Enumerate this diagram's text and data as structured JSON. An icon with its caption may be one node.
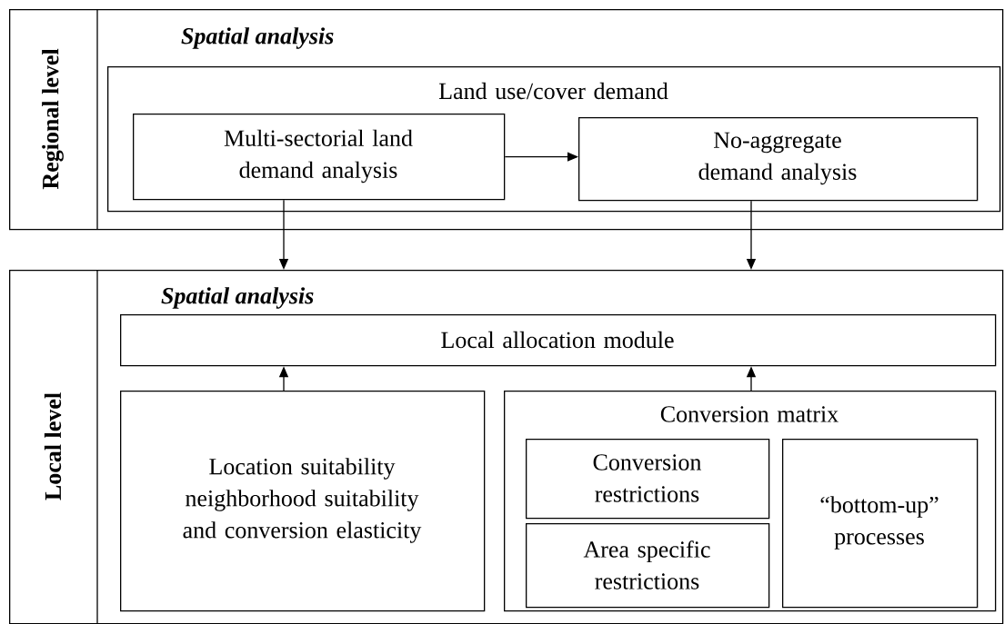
{
  "diagram": {
    "nodes": [
      {
        "text": [
          "Regional level",
          "Spatial analysis"
        ]
      },
      {
        "text": [
          "Land use/cover demand"
        ],
        "in": 0
      },
      {
        "text": [
          "Multi-sectorial land demand analysis"
        ],
        "in": 1
      },
      {
        "text": [
          "No-aggregate demand analysis"
        ],
        "in": 1
      },
      {
        "text": [
          "Local level",
          "Spatial analysis"
        ]
      },
      {
        "text": [
          "Local allocation module"
        ],
        "in": 4
      },
      {
        "text": [
          "Location suitability neighborhood suitability and conversion elasticity"
        ],
        "in": 4
      },
      {
        "text": [
          "Conversion matrix"
        ],
        "in": 4
      },
      {
        "text": [
          "Conversion restrictions"
        ],
        "in": 7
      },
      {
        "text": [
          "Area specific restrictions"
        ],
        "in": 7
      },
      {
        "text": [
          "“bottom-up” processes"
        ],
        "in": 7
      }
    ],
    "edges": [
      {
        "from": 2,
        "to": 3,
        "arrow": "to"
      },
      {
        "from": 2,
        "to": 4,
        "arrow": "to"
      },
      {
        "from": 3,
        "to": 4,
        "arrow": "to"
      },
      {
        "from": 6,
        "to": 5,
        "arrow": "to"
      },
      {
        "from": 7,
        "to": 5,
        "arrow": "to"
      }
    ]
  }
}
